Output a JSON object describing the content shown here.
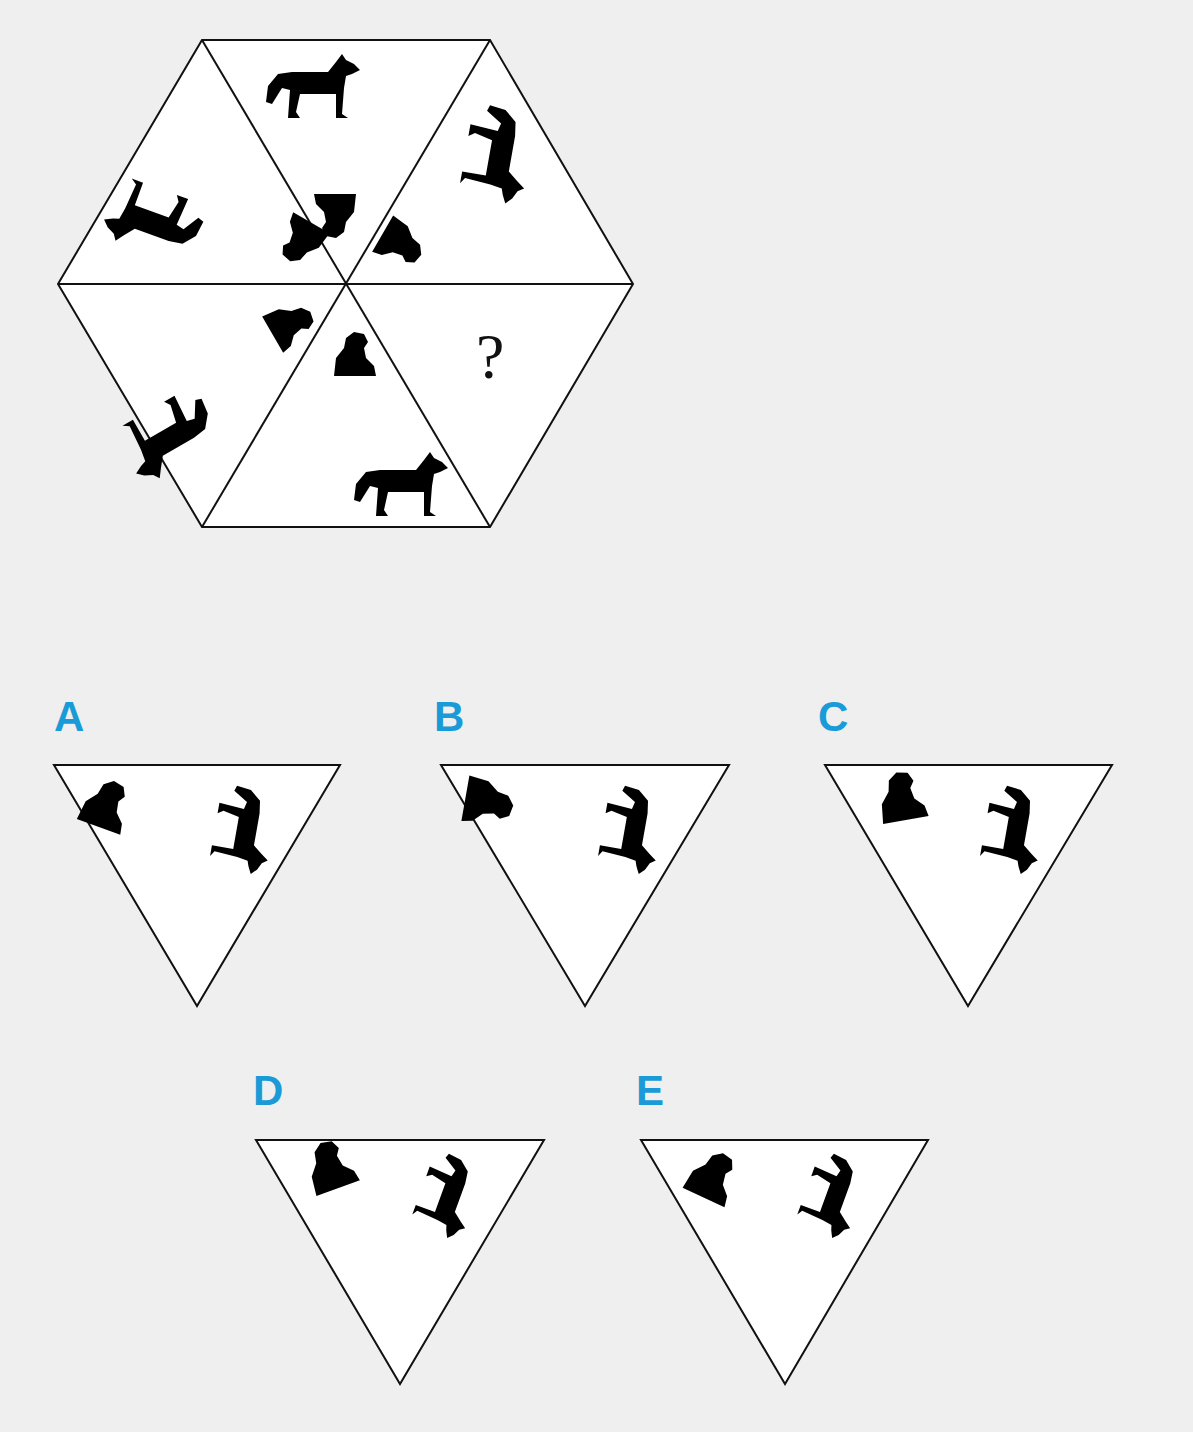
{
  "diagram": {
    "labels": [
      "?",
      "A",
      "B",
      "C",
      "D",
      "E"
    ]
  }
}
